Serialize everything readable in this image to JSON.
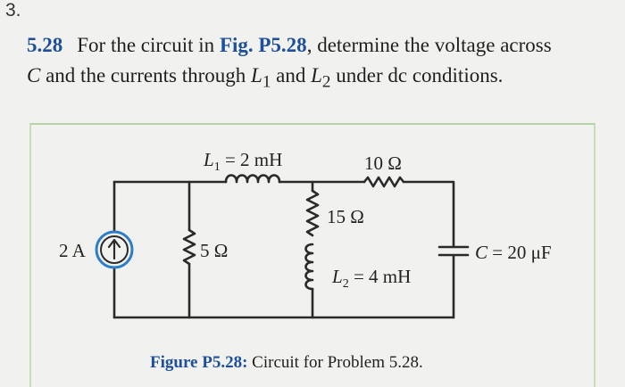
{
  "problem": {
    "index_label": "3.",
    "number": "5.28",
    "text_before_ref": "For the circuit in ",
    "figure_ref": "Fig. P5.28",
    "text_after_ref": ", determine the voltage across",
    "line2_var": "C",
    "line2_text": " and the currents through ",
    "l1": "L",
    "l1_sub": "1",
    "and": " and ",
    "l2": "L",
    "l2_sub": "2",
    "line2_end": " under dc conditions."
  },
  "circuit": {
    "source_label": "2 A",
    "r1_label": "5 Ω",
    "l1_label": "L",
    "l1_sub": "1",
    "l1_value": " = 2 mH",
    "r2_label": "10 Ω",
    "r3_label": "15 Ω",
    "l2_label": "L",
    "l2_sub": "2",
    "l2_value": " = 4 mH",
    "c_label": "C",
    "c_value": " = 20 μF",
    "colors": {
      "source_ring": "#2b7fc6",
      "wire": "#2a2a2a",
      "frame": "#b6d3a6"
    }
  },
  "caption": {
    "head": "Figure P5.28:",
    "text": " Circuit for Problem 5.28."
  }
}
